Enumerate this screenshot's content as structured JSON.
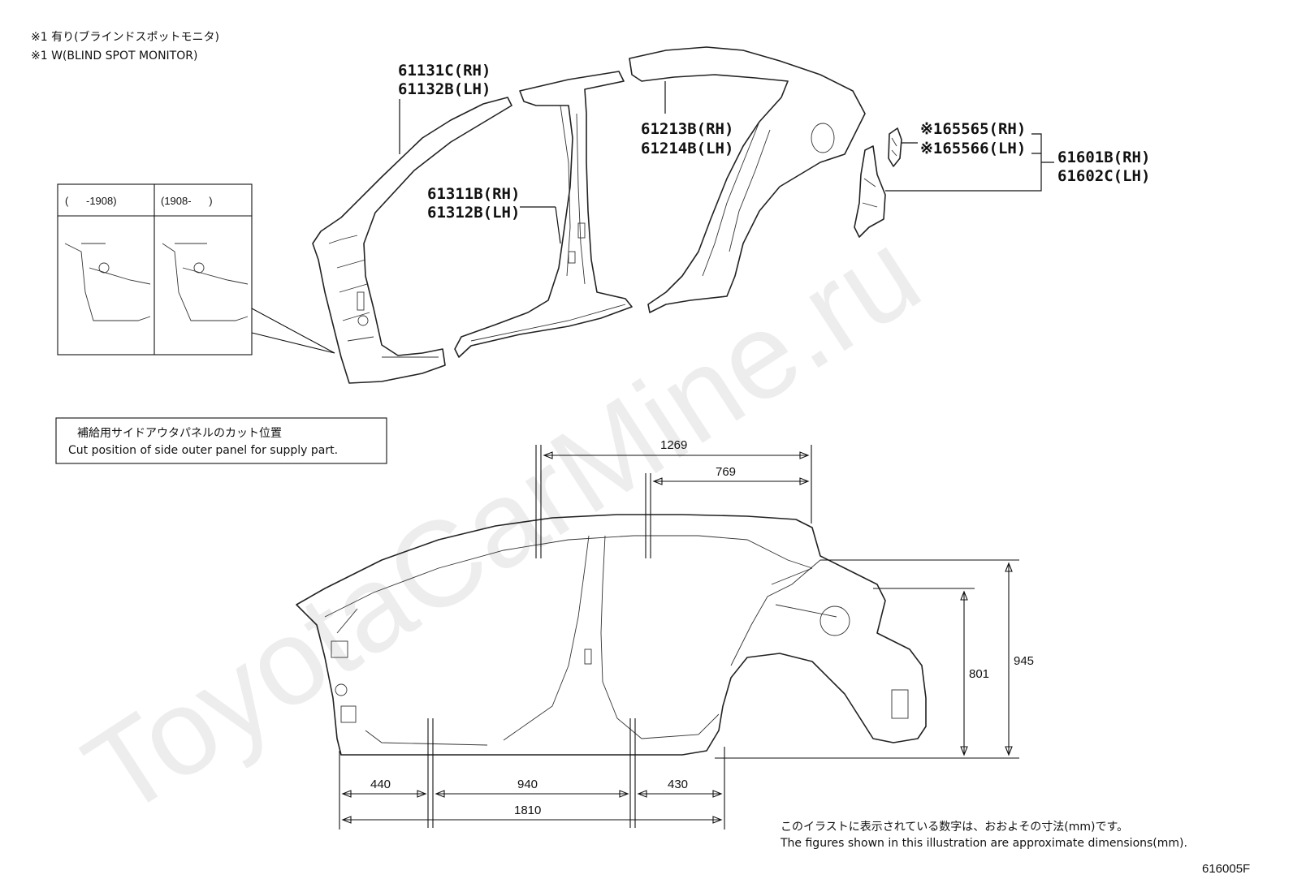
{
  "notes": {
    "note_jp": "※1 有り(ブラインドスポットモニタ)",
    "note_en": "※1 W(BLIND SPOT MONITOR)"
  },
  "parts": {
    "roof_rail_rh": "61131C(RH)",
    "roof_rail_lh": "61132B(LH)",
    "center_pillar_rh": "61311B(RH)",
    "center_pillar_lh": "61312B(LH)",
    "rear_roof_rh": "61213B(RH)",
    "rear_roof_lh": "61214B(LH)",
    "bracket_rh": "※165565(RH)",
    "bracket_lh": "※165566(LH)",
    "quarter_rh": "61601B(RH)",
    "quarter_lh": "61602C(LH)"
  },
  "inset": {
    "left_header": "(      -1908)",
    "right_header": "(1908-      )"
  },
  "cut_box": {
    "title_jp": "補給用サイドアウタパネルのカット位置",
    "title_en": "Cut position of side outer panel for supply part."
  },
  "dimensions": {
    "d1269": "1269",
    "d769": "769",
    "d945": "945",
    "d801": "801",
    "d440": "440",
    "d940": "940",
    "d430": "430",
    "d1810": "1810"
  },
  "footer": {
    "note_jp": "このイラストに表示されている数字は、おおよその寸法(mm)です。",
    "note_en": "The figures shown in this illustration are approximate dimensions(mm).",
    "code": "616005F"
  },
  "watermark": "ToyotaCarMine.ru"
}
